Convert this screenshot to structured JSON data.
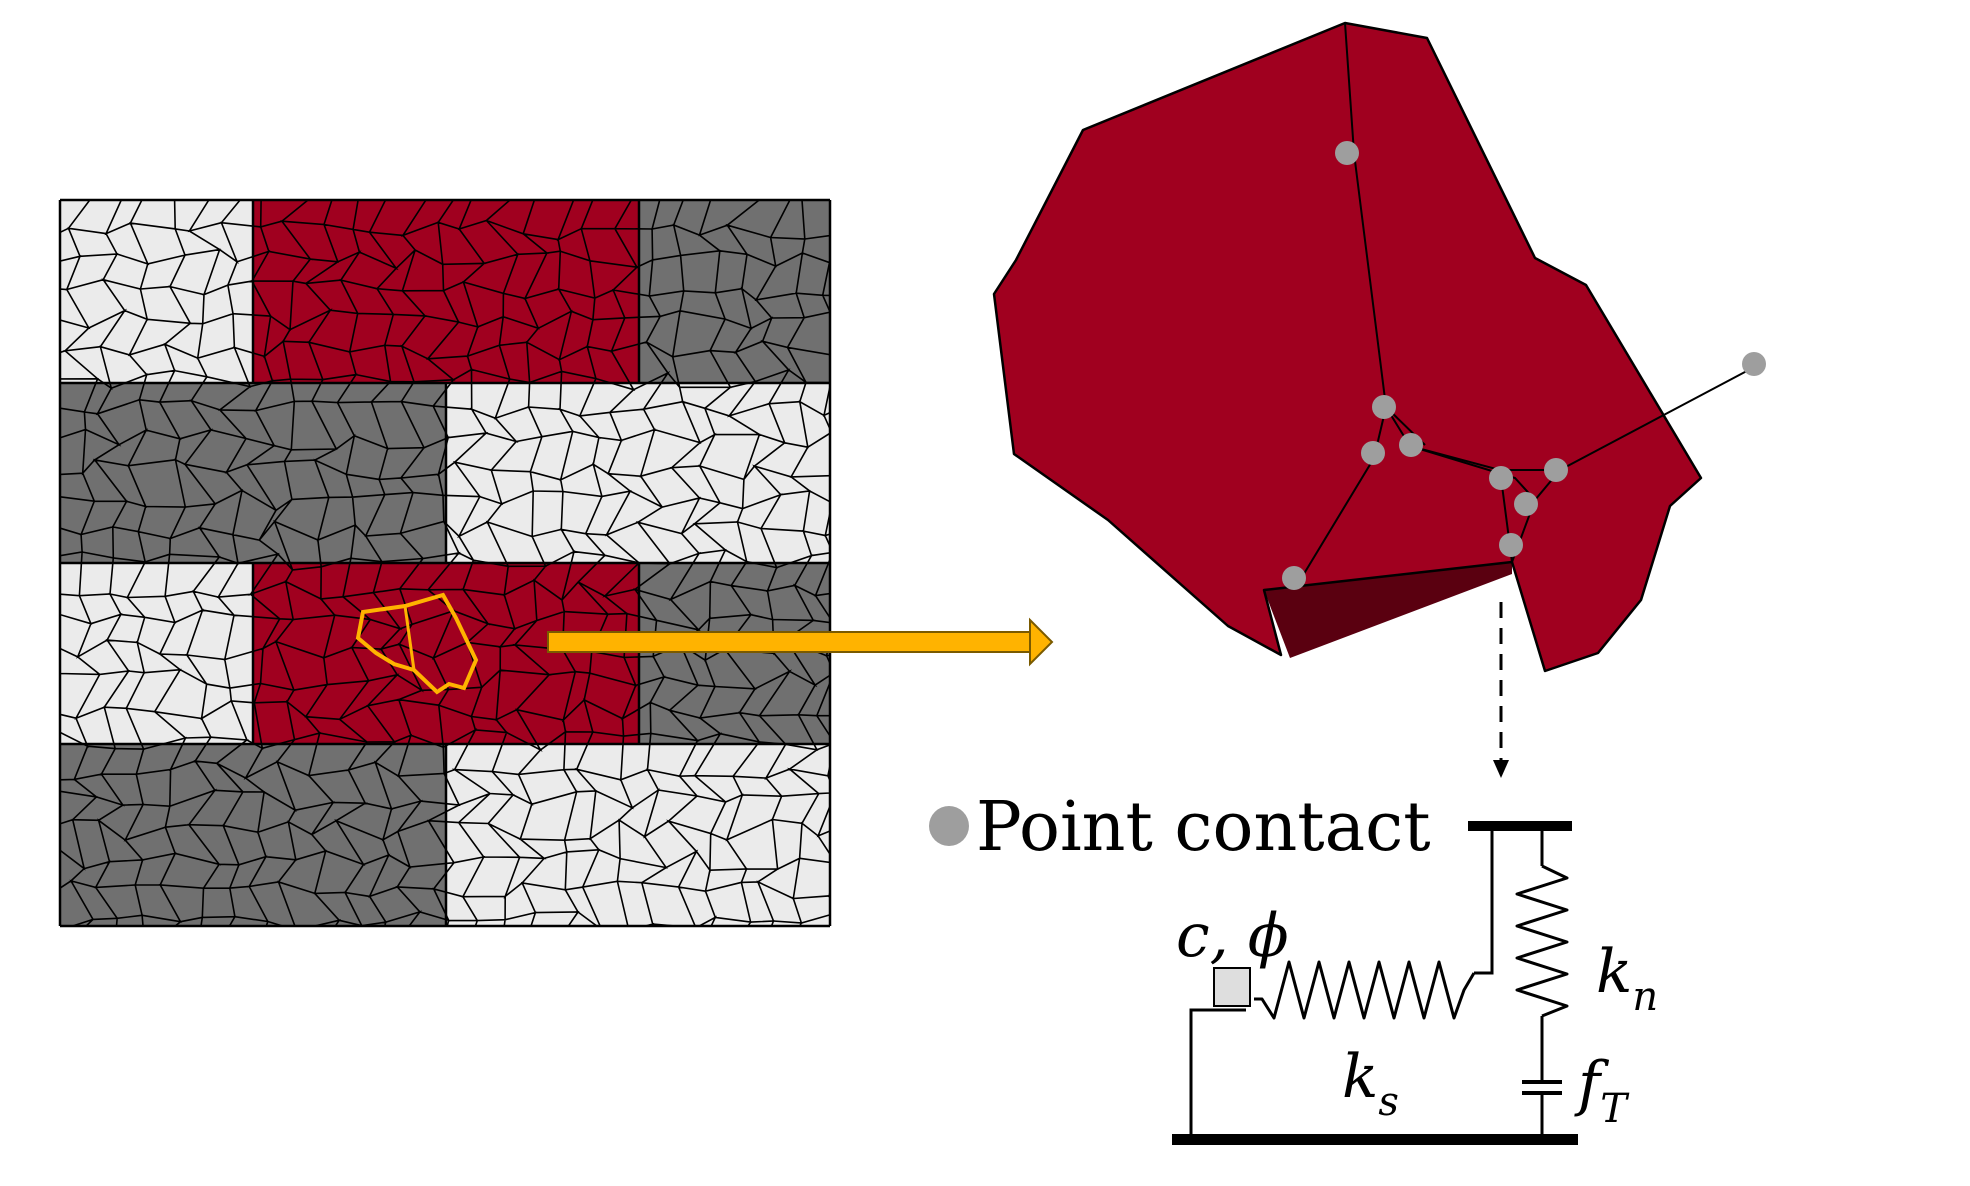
{
  "legend": {
    "label": "Point contact",
    "marker_color": "#9e9e9e"
  },
  "model": {
    "cohesion_friction_label": "c, ϕ",
    "normal_stiffness": {
      "symbol": "k",
      "subscript": "n"
    },
    "shear_stiffness": {
      "symbol": "k",
      "subscript": "s"
    },
    "tensile_strength": {
      "symbol": "f",
      "subscript": "T"
    }
  },
  "colors": {
    "grain_red": "#a0001f",
    "grain_red_shadow": "#5a0010",
    "block_dark": "#707070",
    "block_light": "#ebebeb",
    "highlight_outline": "#ffb300",
    "arrow": "#ffb300",
    "contact_point": "#9e9e9e",
    "line": "#000000"
  },
  "mesh": {
    "rows": [
      [
        "light",
        "red",
        "red",
        "dark"
      ],
      [
        "dark",
        "dark",
        "light",
        "light"
      ],
      [
        "light",
        "red",
        "red",
        "dark"
      ],
      [
        "dark",
        "dark",
        "light",
        "light"
      ]
    ]
  }
}
